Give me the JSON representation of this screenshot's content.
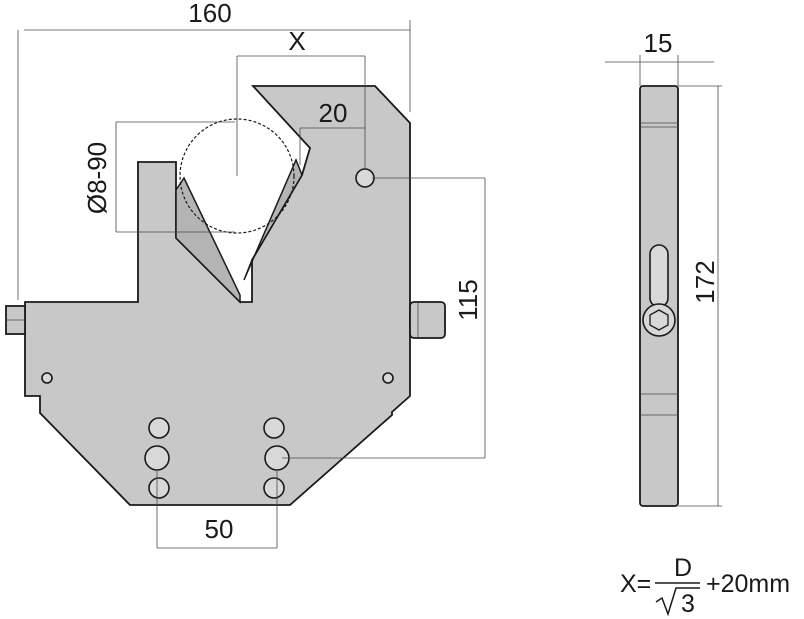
{
  "dimensions": {
    "overall_width": "160",
    "opening": "X",
    "jaw_offset": "20",
    "diameter_range": "Ø8-90",
    "height_to_hole": "115",
    "hole_spacing": "50",
    "thickness": "15",
    "side_height": "172"
  },
  "formula": {
    "lhs": "X=",
    "numerator": "D",
    "radicand": "3",
    "suffix": "+20mm"
  }
}
